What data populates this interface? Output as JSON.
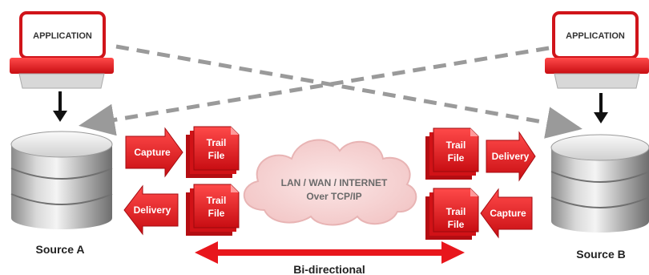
{
  "application_left": {
    "label": "APPLICATION"
  },
  "application_right": {
    "label": "APPLICATION"
  },
  "source_a": {
    "label": "Source A"
  },
  "source_b": {
    "label": "Source B"
  },
  "left_capture": {
    "label": "Capture"
  },
  "left_delivery": {
    "label": "Delivery"
  },
  "right_delivery": {
    "label": "Delivery"
  },
  "right_capture": {
    "label": "Capture"
  },
  "trail_files": [
    {
      "line1": "Trail",
      "line2": "File"
    },
    {
      "line1": "Trail",
      "line2": "File"
    },
    {
      "line1": "Trail",
      "line2": "File"
    },
    {
      "line1": "Trail",
      "line2": "File"
    }
  ],
  "network": {
    "line1": "LAN / WAN / INTERNET",
    "line2": "Over TCP/IP"
  },
  "bidirectional": {
    "label": "Bi-directional"
  },
  "colors": {
    "red": "#e8161c",
    "dark_red": "#b30c10",
    "gray_dashed": "#9a9a9a",
    "cloud": "#f6d6d6"
  }
}
